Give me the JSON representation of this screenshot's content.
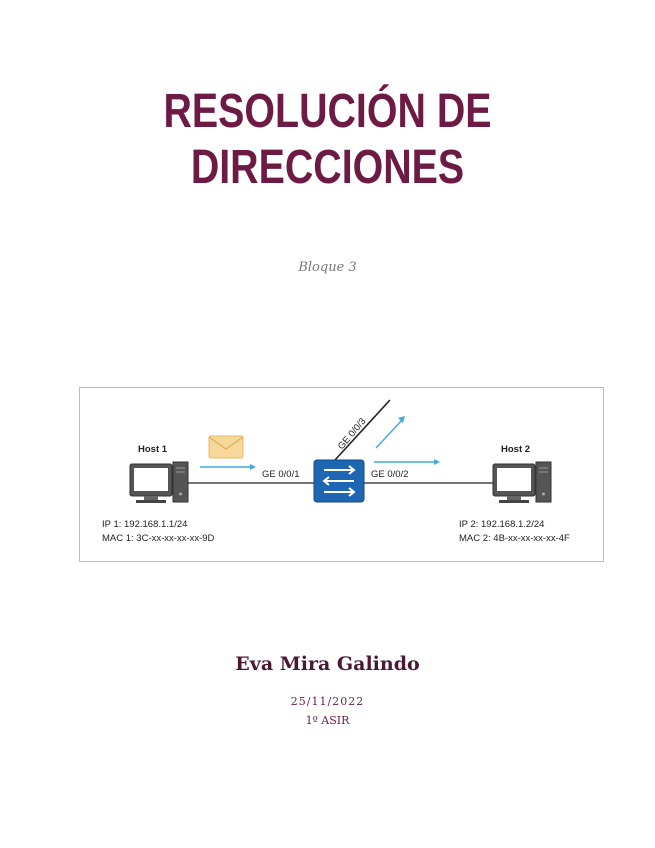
{
  "document": {
    "title_line1": "RESOLUCIÓN DE",
    "title_line2": "DIRECCIONES",
    "subtitle": "Bloque 3",
    "author": "Eva Mira Galindo",
    "date": "25/11/2022",
    "course": "1º ASIR"
  },
  "diagram": {
    "host1": {
      "label": "Host 1",
      "ip": "IP 1: 192.168.1.1/24",
      "mac": "MAC 1: 3C-xx-xx-xx-xx-9D"
    },
    "host2": {
      "label": "Host 2",
      "ip": "IP 2: 192.168.1.2/24",
      "mac": "MAC 2: 4B-xx-xx-xx-xx-4F"
    },
    "switch": {
      "port1": "GE 0/0/1",
      "port2": "GE 0/0/2",
      "port3": "GE 0/0/3"
    },
    "icons": {
      "computer": "computer-icon",
      "switch": "switch-icon",
      "message": "envelope-icon"
    }
  },
  "colors": {
    "title": "#6d1b45",
    "author": "#4a1834",
    "switch": "#1f66b2",
    "arrow": "#3fa9e0",
    "envelope": "#f7d79a"
  }
}
